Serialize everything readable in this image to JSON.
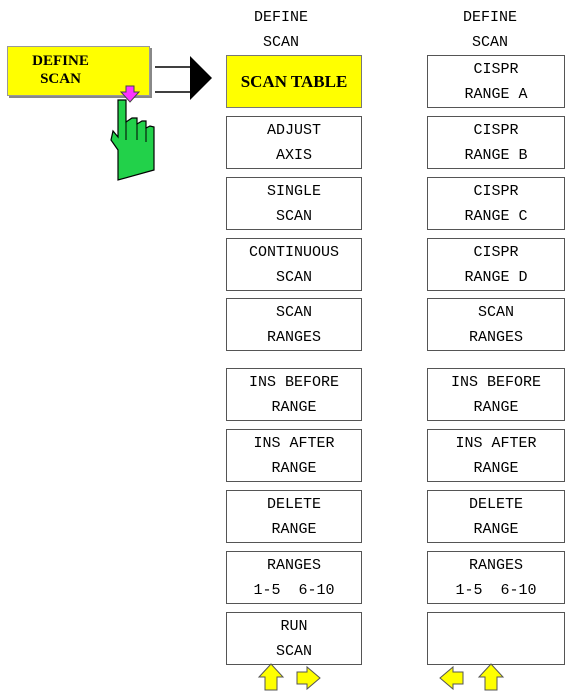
{
  "hardkey": {
    "line1": "DEFINE",
    "line2": "SCAN"
  },
  "menu1": {
    "header": [
      "DEFINE",
      "SCAN"
    ],
    "keys": [
      {
        "lines": [
          "SCAN TABLE"
        ],
        "highlight": true
      },
      {
        "lines": [
          "ADJUST",
          "AXIS"
        ]
      },
      {
        "lines": [
          "SINGLE",
          "SCAN"
        ]
      },
      {
        "lines": [
          "CONTINUOUS",
          "SCAN"
        ]
      },
      {
        "lines": [
          "SCAN",
          "RANGES"
        ]
      },
      {
        "lines": [
          "INS BEFORE",
          "RANGE"
        ]
      },
      {
        "lines": [
          "INS AFTER",
          "RANGE"
        ]
      },
      {
        "lines": [
          "DELETE",
          "RANGE"
        ]
      },
      {
        "lines": [
          "RANGES",
          "1-5  6-10"
        ]
      },
      {
        "lines": [
          "RUN",
          "SCAN"
        ]
      }
    ]
  },
  "menu2": {
    "header": [
      "DEFINE",
      "SCAN"
    ],
    "keys": [
      {
        "lines": [
          "CISPR",
          "RANGE A"
        ]
      },
      {
        "lines": [
          "CISPR",
          "RANGE B"
        ]
      },
      {
        "lines": [
          "CISPR",
          "RANGE C"
        ]
      },
      {
        "lines": [
          "CISPR",
          "RANGE D"
        ]
      },
      {
        "lines": [
          "SCAN",
          "RANGES"
        ]
      },
      {
        "lines": [
          "INS BEFORE",
          "RANGE"
        ]
      },
      {
        "lines": [
          "INS AFTER",
          "RANGE"
        ]
      },
      {
        "lines": [
          "DELETE",
          "RANGE"
        ]
      },
      {
        "lines": [
          "RANGES",
          "1-5  6-10"
        ]
      },
      {
        "lines": []
      }
    ]
  },
  "colors": {
    "softkey_highlight": "#ffff00",
    "hand": "#22d14a",
    "nav_arrow": "#ffff00",
    "down_arrow": "#ff33ff"
  },
  "icons": [
    "hand-pointer-icon",
    "down-arrow-icon",
    "right-arrow-icon",
    "up-arrow-icon",
    "left-arrow-icon"
  ]
}
